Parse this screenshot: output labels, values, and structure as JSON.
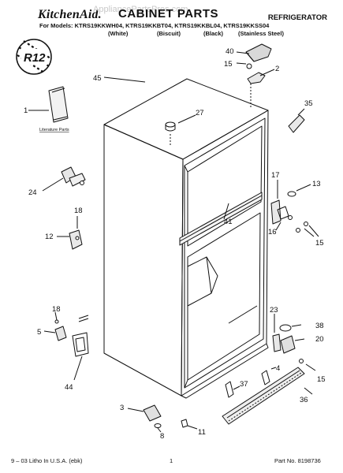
{
  "header": {
    "brand": "KitchenAid.",
    "title": "CABINET PARTS",
    "category": "REFRIGERATOR",
    "watermark": "AppliancePartsPros.com",
    "models_line": "For Models: KTRS19KKWH04, KTRS19KKBT04, KTRS19KKBL04, KTRS19KKSS04",
    "variants": [
      "(White)",
      "(Biscuit)",
      "(Black)",
      "(Stainless Steel)"
    ]
  },
  "badge": "R12",
  "literature_label": "Literature Parts",
  "callouts": [
    "1",
    "2",
    "3",
    "4",
    "5",
    "8",
    "11",
    "12",
    "13",
    "15",
    "15",
    "15",
    "16",
    "17",
    "18",
    "18",
    "20",
    "23",
    "24",
    "27",
    "35",
    "36",
    "37",
    "38",
    "40",
    "41",
    "44",
    "45"
  ],
  "footer": {
    "left": "9 – 03 Litho In U.S.A. (ebk)",
    "page": "1",
    "part_no": "Part No. 8198736"
  }
}
